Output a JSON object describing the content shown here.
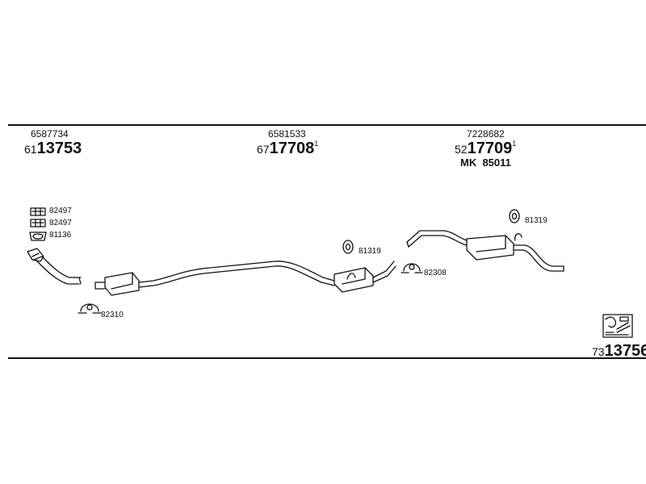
{
  "section_1": {
    "oe_number": "6587734",
    "prefix": "61",
    "part_number": "13753"
  },
  "section_2": {
    "oe_number": "6581533",
    "prefix": "67",
    "part_number": "17708",
    "suffix": "1"
  },
  "section_3": {
    "oe_number": "7228682",
    "prefix": "52",
    "part_number": "17709",
    "suffix": "1",
    "mk_label": "MK",
    "mk_number": "85011"
  },
  "front_parts": {
    "bolt_1": "82497",
    "bolt_2": "82497",
    "gasket": "81136"
  },
  "clamp_front": "82310",
  "mount_middle": "81319",
  "clamp_middle": "82308",
  "mount_rear": "81319",
  "kit": {
    "prefix": "73",
    "part_number": "13756"
  }
}
